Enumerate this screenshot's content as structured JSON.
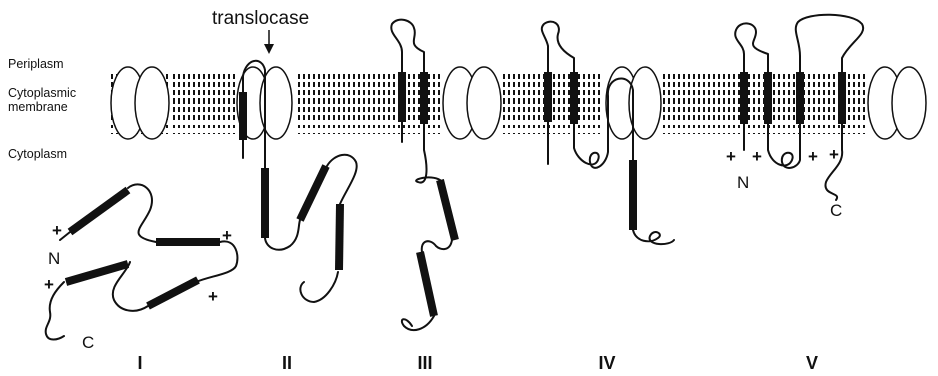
{
  "labels": {
    "periplasm": "Periplasm",
    "membrane_line1": "Cytoplasmic",
    "membrane_line2": "membrane",
    "cytoplasm": "Cytoplasm",
    "translocase": "translocase"
  },
  "stages": [
    "I",
    "II",
    "III",
    "IV",
    "V"
  ],
  "termini": {
    "n": "N",
    "c": "C"
  },
  "charge": "+"
}
